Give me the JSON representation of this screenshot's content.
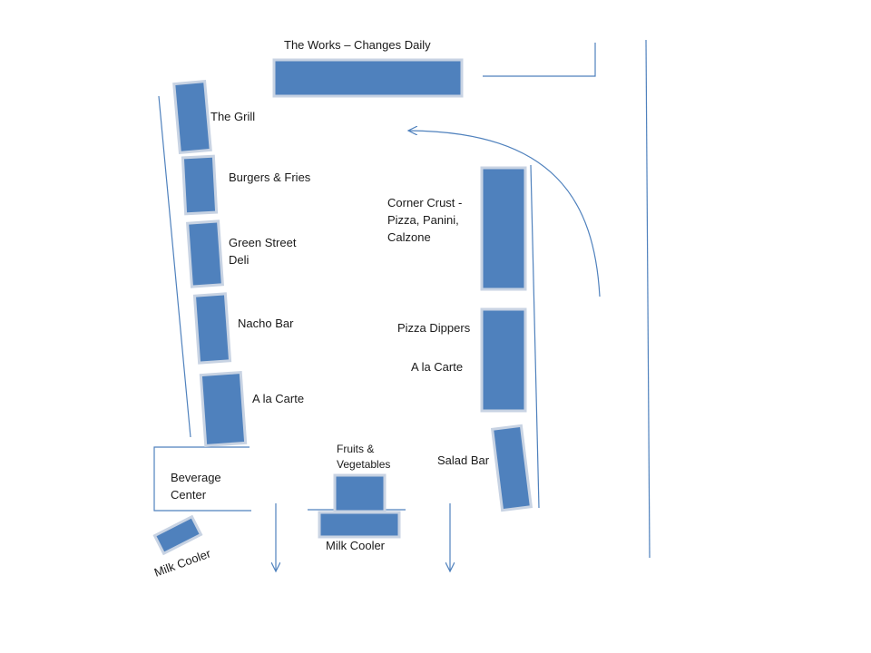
{
  "colors": {
    "station_fill": "#4f81bd",
    "station_stroke": "#c8d3e3",
    "line": "#4f81bd"
  },
  "labels": {
    "the_works": "The Works – Changes Daily",
    "the_grill": "The Grill",
    "burgers_fries": "Burgers & Fries",
    "green_street_deli": "Green Street Deli",
    "nacho_bar": "Nacho Bar",
    "a_la_carte_left": "A la Carte",
    "corner_crust": "Corner Crust - Pizza, Panini, Calzone",
    "pizza_dippers": "Pizza Dippers",
    "a_la_carte_right": "A la Carte",
    "fruits_vegetables": "Fruits & Vegetables",
    "salad_bar": "Salad Bar",
    "beverage_center": "Beverage Center",
    "milk_cooler_center": "Milk Cooler",
    "milk_cooler_left": "Milk Cooler"
  }
}
